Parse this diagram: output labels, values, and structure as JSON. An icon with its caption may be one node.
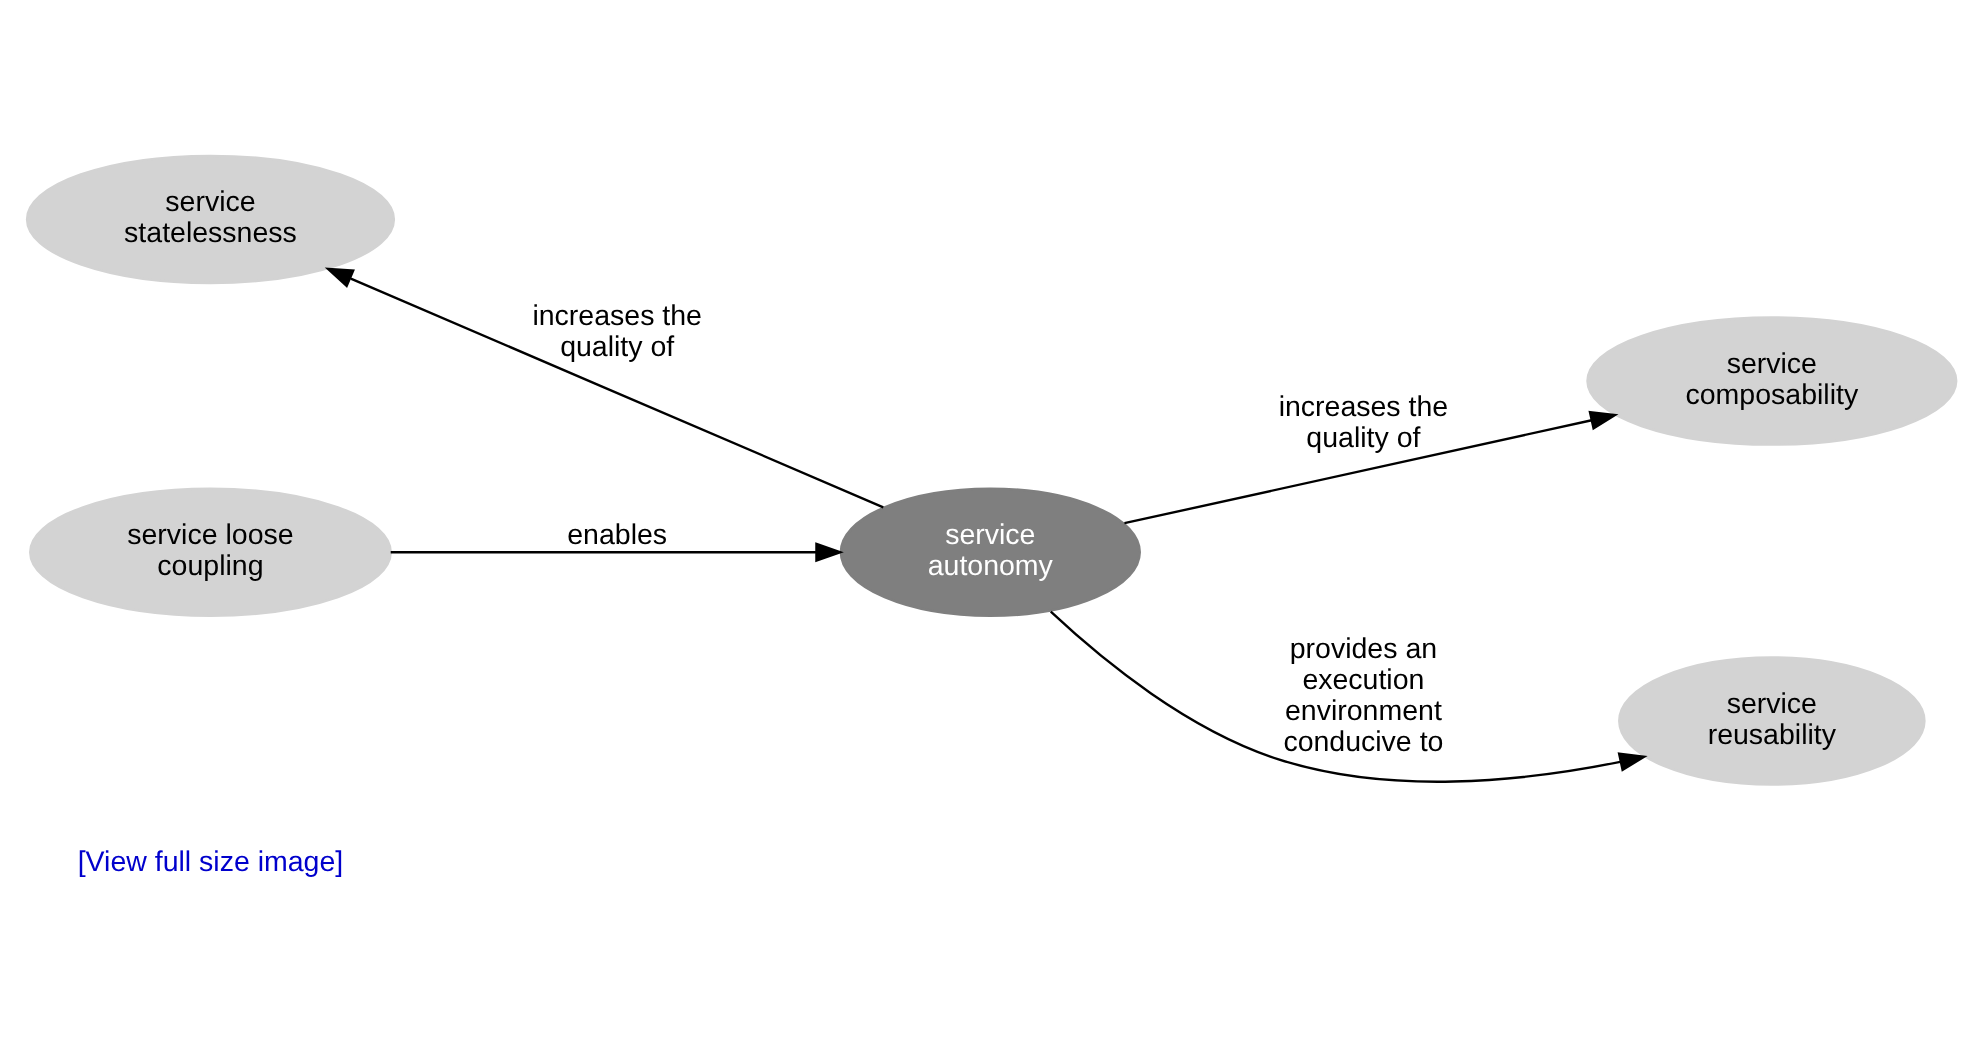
{
  "diagram": {
    "nodes": [
      {
        "text": [
          "service statelessness"
        ]
      },
      {
        "text": [
          "service composability"
        ]
      },
      {
        "text": [
          "service autonomy"
        ]
      },
      {
        "text": [
          "service loose coupling"
        ]
      },
      {
        "text": [
          "service reusability"
        ]
      }
    ],
    "edges": [
      {
        "from": 2,
        "to": 0,
        "arrow": "to",
        "label": "increases the quality of"
      },
      {
        "from": 2,
        "to": 1,
        "arrow": "to",
        "label": "increases the quality of"
      },
      {
        "from": 3,
        "to": 2,
        "arrow": "to",
        "label": "enables"
      },
      {
        "from": 2,
        "to": 4,
        "arrow": "to",
        "label": "provides an execution environment conducive to"
      }
    ],
    "labels": [
      "[View full size image]"
    ]
  }
}
